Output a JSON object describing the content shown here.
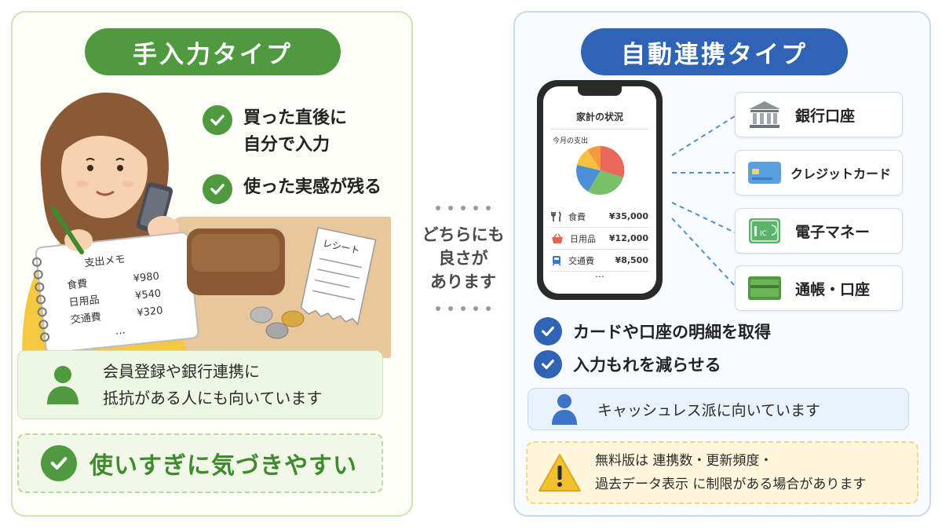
{
  "left": {
    "title": "手入力タイプ",
    "features": [
      {
        "line1": "買った直後に",
        "line2": "自分で入力"
      },
      {
        "line1": "使った実感が残る",
        "line2": ""
      }
    ],
    "notebook": {
      "title": "支出メモ",
      "rows": [
        {
          "label": "食費",
          "amount": "¥980"
        },
        {
          "label": "日用品",
          "amount": "¥540"
        },
        {
          "label": "交通費",
          "amount": "¥320"
        }
      ],
      "more": "…"
    },
    "receipt_label": "レシート",
    "note_line1": "会員登録や銀行連携に",
    "note_line2": "抵抗がある人にも向いています",
    "highlight": "使いすぎに気づきやすい",
    "accent_color": "#4f9a3e"
  },
  "middle": {
    "line1": "どちらにも",
    "line2": "良さが",
    "line3": "あります"
  },
  "right": {
    "title": "自動連携タイプ",
    "phone": {
      "title": "家計の状況",
      "subtitle": "今月の支出",
      "rows": [
        {
          "icon": "fork-knife-icon",
          "label": "食費",
          "amount": "¥35,000"
        },
        {
          "icon": "basket-icon",
          "label": "日用品",
          "amount": "¥12,000"
        },
        {
          "icon": "train-icon",
          "label": "交通費",
          "amount": "¥8,500"
        }
      ],
      "more": "…"
    },
    "services": [
      {
        "icon": "bank-icon",
        "label": "銀行口座"
      },
      {
        "icon": "credit-card-icon",
        "label": "クレジットカード"
      },
      {
        "icon": "ic-card-icon",
        "label": "電子マネー",
        "ic_text": "IC"
      },
      {
        "icon": "passbook-icon",
        "label": "通帳・口座"
      }
    ],
    "features": [
      "カードや口座の明細を取得",
      "入力もれを減らせる"
    ],
    "note": "キャッシュレス派に向いています",
    "warning_line1": "無料版は 連携数・更新頻度・",
    "warning_line2": "過去データ表示 に制限がある場合があります",
    "accent_color": "#2e63b5"
  }
}
